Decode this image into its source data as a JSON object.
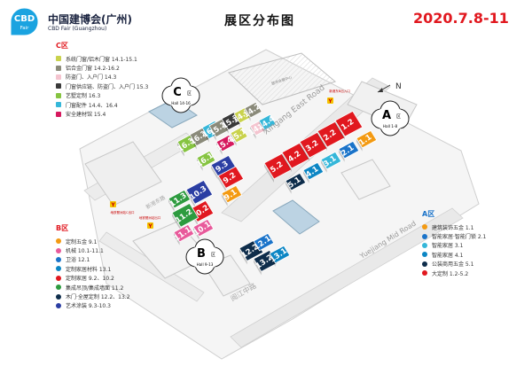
{
  "header": {
    "brand_cn": "中国建博会(广州)",
    "brand_en": "CBD Fair (Guangzhou)",
    "logo_top": "CBD",
    "logo_bottom": "Fair",
    "title": "展区分布图",
    "date": "2020.7.8-11"
  },
  "colors": {
    "accent_red": "#e1181f",
    "brand_blue": "#1a73c9"
  },
  "legend_c": {
    "title": "C区",
    "items": [
      {
        "label": "系统门窗/铝木门窗 14.1-15.1",
        "color": "#c9d24d"
      },
      {
        "label": "铝合金门窗 14.2-16.2",
        "color": "#8a8a7a"
      },
      {
        "label": "防盗门、入户门 14.3",
        "color": "#f4c4cf"
      },
      {
        "label": "门窗供应链、防盗门、入户门 15.3",
        "color": "#3a3a3a"
      },
      {
        "label": "艺墅定制 16.3",
        "color": "#86c441"
      },
      {
        "label": "门窗配件 14.4、16.4",
        "color": "#35b7d9"
      },
      {
        "label": "安全建材馆 15.4",
        "color": "#d6195e"
      }
    ]
  },
  "legend_b": {
    "title": "B区",
    "items": [
      {
        "label": "定制五金 9.1",
        "color": "#f39a12"
      },
      {
        "label": "机械 10.1-11.1",
        "color": "#e85a9b"
      },
      {
        "label": "卫浴 12.1",
        "color": "#1a73c9"
      },
      {
        "label": "定制家居材料 13.1",
        "color": "#0c86c4"
      },
      {
        "label": "定制家居 9.2、10.2",
        "color": "#e1181f"
      },
      {
        "label": "集成吊顶/集成墙面 11.2",
        "color": "#2d9b3f"
      },
      {
        "label": "木门·全屋定制 12.2、13.2",
        "color": "#0e2d4b"
      },
      {
        "label": "艺术涂装 9.3-10.3",
        "color": "#2b3ea3"
      }
    ]
  },
  "legend_a": {
    "title": "A区",
    "items": [
      {
        "label": "建筑装饰五金 1.1",
        "color": "#f39a12"
      },
      {
        "label": "智能家居·智能门锁 2.1",
        "color": "#1a73c9"
      },
      {
        "label": "智能家居 3.1",
        "color": "#35b7d9"
      },
      {
        "label": "智能家居 4.1",
        "color": "#0c86c4"
      },
      {
        "label": "公装商用五金 5.1",
        "color": "#0e2d4b"
      },
      {
        "label": "大定制 1.2-5.2",
        "color": "#e1181f"
      }
    ]
  },
  "halls": {
    "a_letter": "A",
    "a_zone": "区",
    "a_range": "Hall 1-8",
    "b_letter": "B",
    "b_zone": "区",
    "b_range": "Hall 9-13",
    "c_letter": "C",
    "c_zone": "区",
    "c_range": "Hall 14-16"
  },
  "roads": {
    "xingang_east": "Xingang East Road",
    "yuejiang_mid": "Yuejiang Mid Road",
    "xingang_cn": "新港东路",
    "yuejiang_cn": "阅江中路"
  },
  "entrances": {
    "station_a": "新港东B出入口",
    "station_b": "地铁琶洲站出口",
    "station_c": "地铁琶洲站C出口"
  },
  "map": {
    "compass": "N",
    "center_building": "琶洲会展中心"
  },
  "hall_numbers": {
    "c": [
      "14.1",
      "14.2",
      "14.3",
      "14.4",
      "15.1",
      "15.2",
      "15.3",
      "15.4",
      "16.1",
      "16.2",
      "16.3",
      "16.4"
    ],
    "a": [
      "1.1",
      "1.2",
      "2.1",
      "2.2",
      "3.1",
      "3.2",
      "4.1",
      "4.2",
      "5.1",
      "5.2"
    ],
    "b": [
      "9.1",
      "9.2",
      "9.3",
      "10.1",
      "10.2",
      "10.3",
      "11.1",
      "11.2",
      "11.3",
      "12.1",
      "12.2",
      "13.1",
      "13.2"
    ]
  }
}
